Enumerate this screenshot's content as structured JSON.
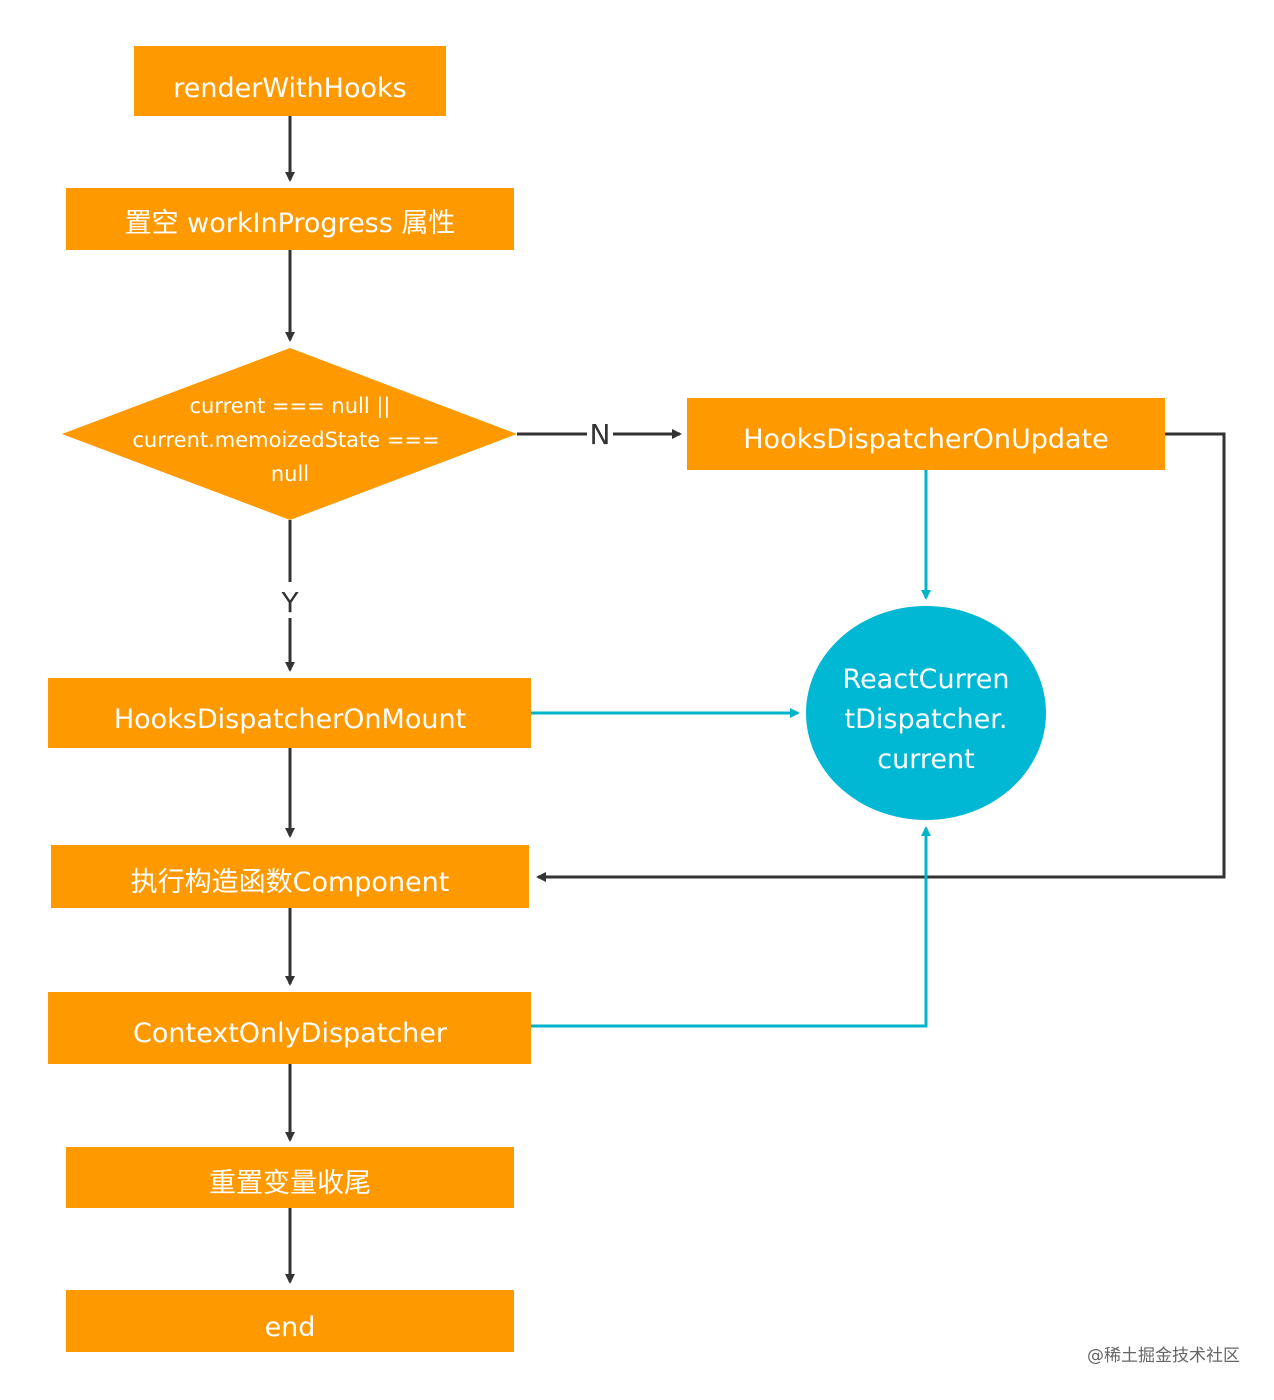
{
  "colors": {
    "node_fill": "#ff9900",
    "circle_fill": "#00b8d4",
    "text": "#ffffff",
    "edge_dark": "#333333",
    "edge_cyan": "#00b4cc"
  },
  "nodes": {
    "render_with_hooks": "renderWithHooks",
    "clear_wip": "置空 workInProgress 属性",
    "condition": [
      "current === null ||",
      "current.memoizedState ===",
      "null"
    ],
    "dispatcher_on_update": "HooksDispatcherOnUpdate",
    "dispatcher_on_mount": "HooksDispatcherOnMount",
    "react_current_dispatcher": [
      "ReactCurren",
      "tDispatcher.",
      "current"
    ],
    "run_component": "执行构造函数Component",
    "context_only_dispatcher": "ContextOnlyDispatcher",
    "reset_vars": "重置变量收尾",
    "end": "end"
  },
  "edges": {
    "no_label": "N",
    "yes_label": "Y"
  },
  "watermark": "@稀土掘金技术社区"
}
